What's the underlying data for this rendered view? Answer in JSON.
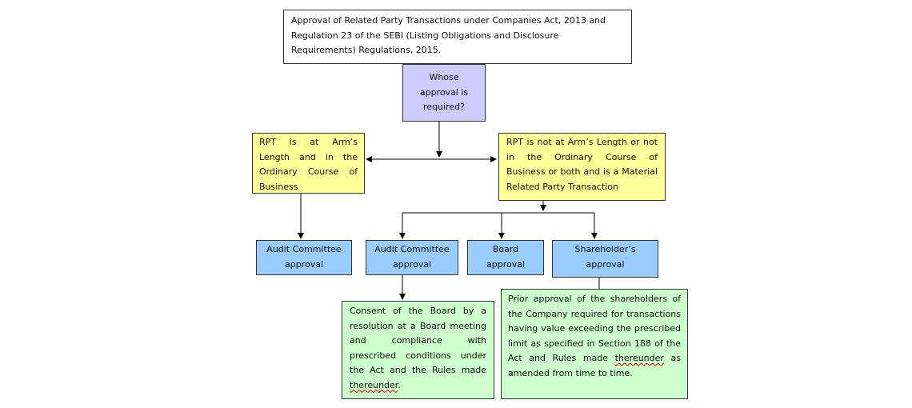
{
  "title_box": {
    "text": "Approval of Related Party Transactions under  Companies Act, 2013 and Regulation 23 of the SEBI (Listing Obligations and Disclosure Requirements) Regulations, 2015."
  },
  "question_box": {
    "text": "Whose approval is required?"
  },
  "arms_length_box": {
    "text": "RPT is at Arm’s Length and in the Ordinary Course of Business"
  },
  "not_arms_length_box": {
    "text": "RPT is not at Arm’s Length or not in the Ordinary Course of Business or both and is a Material Related Party Transaction"
  },
  "audit_committee_left": {
    "text": "Audit Committee approval"
  },
  "audit_committee_right": {
    "text": "Audit Committee approval"
  },
  "board_approval": {
    "text": "Board approval"
  },
  "shareholder_approval": {
    "text": "Shareholder’s approval"
  },
  "consent_box": {
    "text_main": "Consent of the Board by a resolution at a Board meeting and compliance with prescribed conditions under the Act and the Rules made ",
    "text_wavy": "thereunder",
    "text_end": "."
  },
  "prior_approval_box": {
    "text_main": "Prior approval of the    shareholders of the Company required for transactions having value exceeding the prescribed limit as specified in Section 188 of the Act and Rules made ",
    "text_wavy": "thereunder",
    "text_end": " as amended from time to time."
  },
  "colors": {
    "title_fill": "#ffffff",
    "question_fill": "#ccccff",
    "condition_fill": "#ffff99",
    "approval_fill": "#99ccff",
    "outcome_fill": "#ccffcc",
    "line": "#000000"
  }
}
